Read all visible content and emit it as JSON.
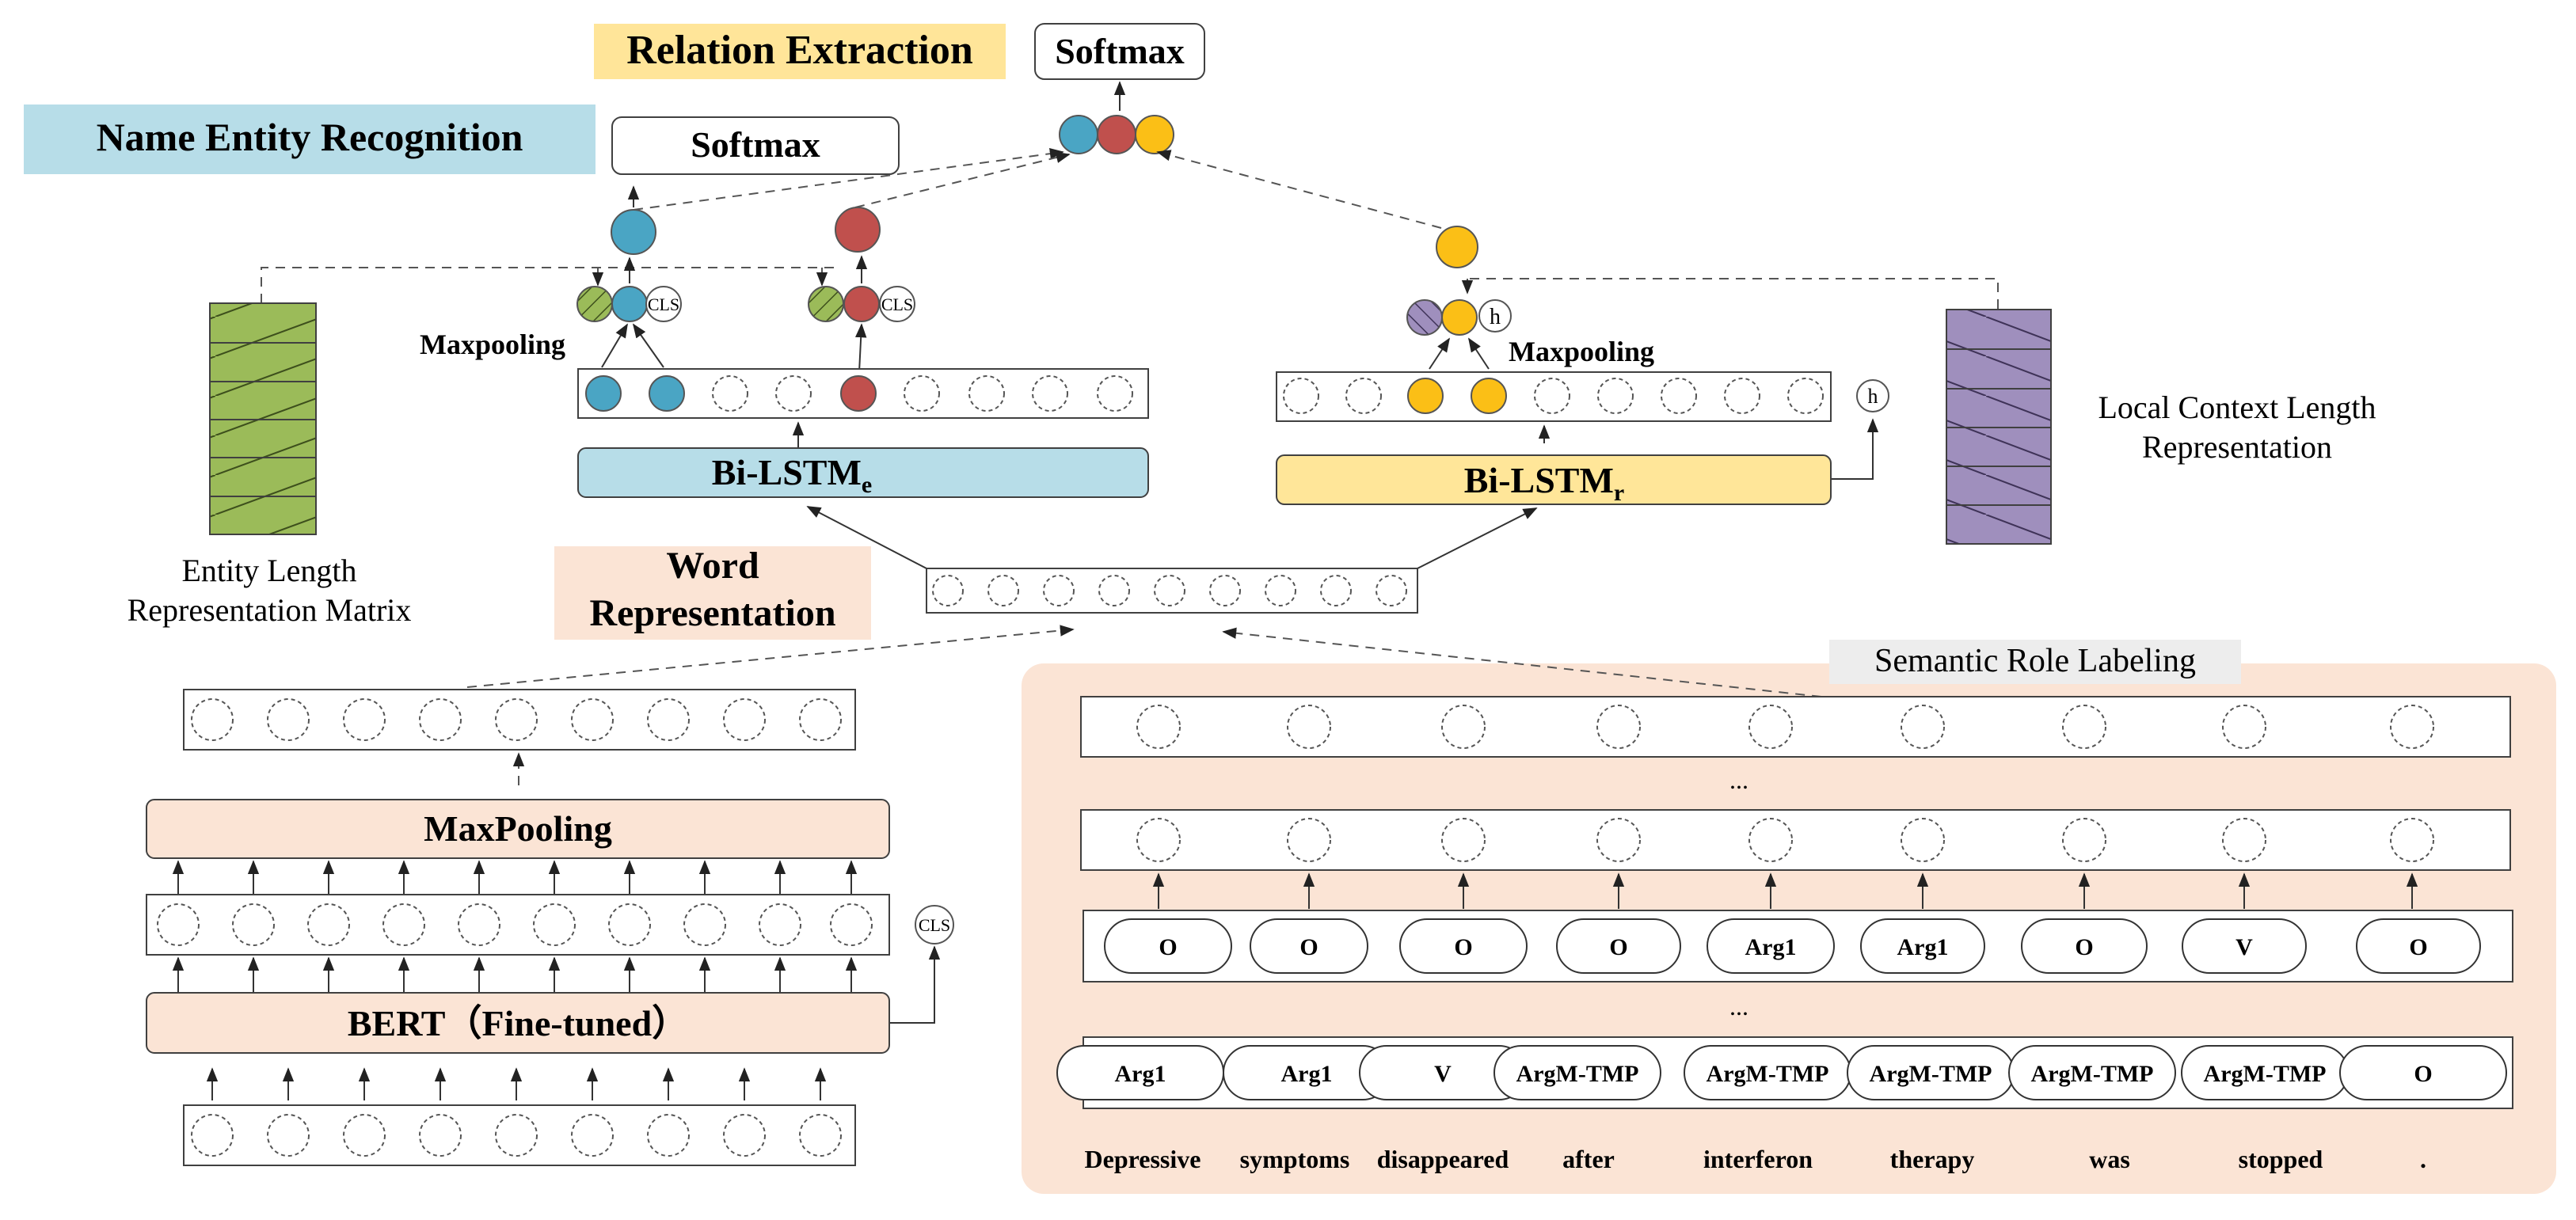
{
  "labels": {
    "relation_extraction": "Relation Extraction",
    "softmax_top": "Softmax",
    "ner": "Name Entity Recognition",
    "softmax_ner": "Softmax",
    "maxpooling_left": "Maxpooling",
    "maxpooling_right": "Maxpooling",
    "cls": "CLS",
    "h": "h",
    "bilstm_e_main": "Bi-LSTM",
    "bilstm_e_sub": "e",
    "bilstm_r_main": "Bi-LSTM",
    "bilstm_r_sub": "r",
    "entity_length_1": "Entity Length",
    "entity_length_2": "Representation Matrix",
    "word_rep_1": "Word",
    "word_rep_2": "Representation",
    "local_context_1": "Local Context Length",
    "local_context_2": "Representation",
    "maxpooling_bert": "MaxPooling",
    "bert": "BERT（Fine-tuned）",
    "srl": "Semantic Role Labeling",
    "ellipsis": "..."
  },
  "srl_rows": [
    [
      "O",
      "O",
      "O",
      "O",
      "Arg1",
      "Arg1",
      "O",
      "V",
      "O"
    ],
    [
      "Arg1",
      "Arg1",
      "V",
      "ArgM-TMP",
      "ArgM-TMP",
      "ArgM-TMP",
      "ArgM-TMP",
      "ArgM-TMP",
      "O"
    ]
  ],
  "words": [
    "Depressive",
    "symptoms",
    "disappeared",
    "after",
    "interferon",
    "therapy",
    "was",
    "stopped",
    "."
  ],
  "colors": {
    "blue": "#4aa5c4",
    "red": "#c0504d",
    "yellow": "#fbbf16",
    "green": "#9bbb59",
    "purple": "#9f8fbd",
    "ner_label_bg": "#b7dde8",
    "re_label_bg": "#ffe599",
    "peach": "#fbe4d5",
    "bilstm_e_fill": "#b7dde8",
    "bilstm_r_fill": "#ffe699"
  }
}
